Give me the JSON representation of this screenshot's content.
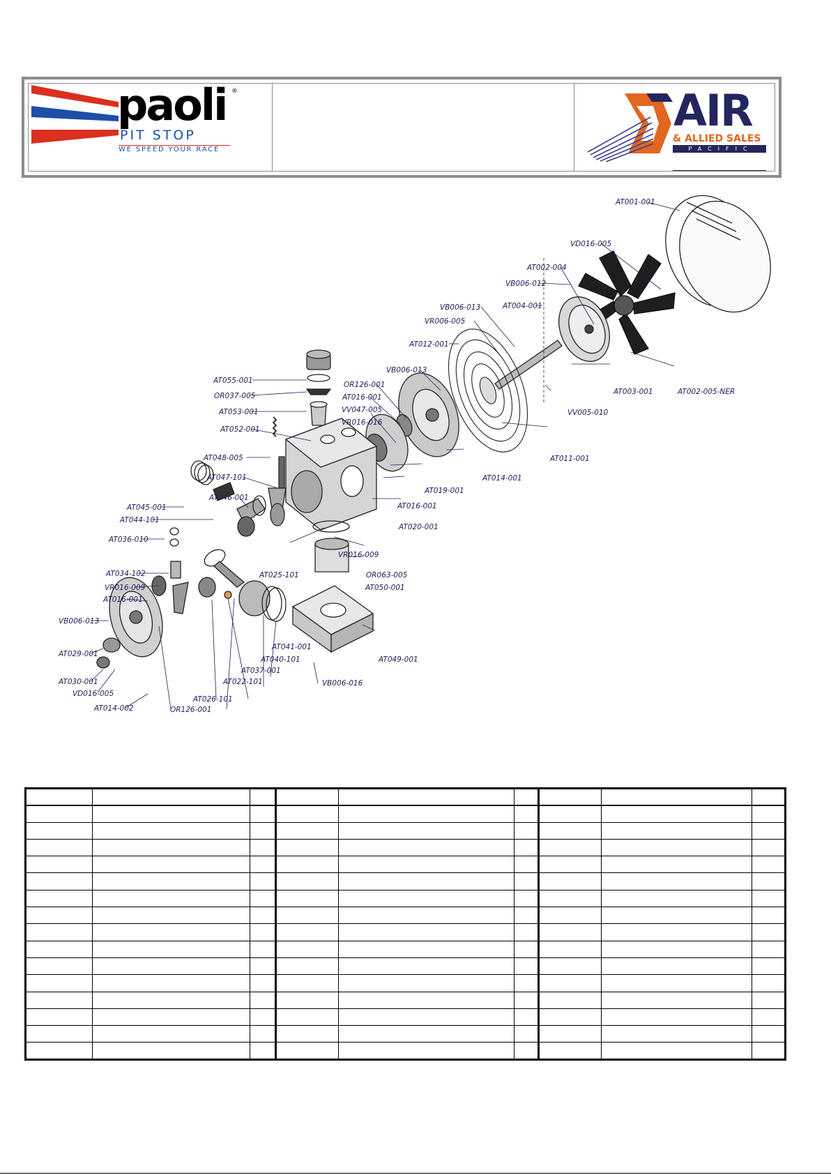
{
  "header": {
    "left_logo": {
      "word": "paoli",
      "registered": "®",
      "line1": "PIT STOP",
      "line2": "WE SPEED YOUR RACE"
    },
    "right_logo": {
      "word": "AIR",
      "line1": "& ALLIED SALES",
      "line2": "PACIFIC"
    }
  },
  "colors": {
    "paoli_red": "#d9301f",
    "paoli_blue": "#1d4fa8",
    "air_navy": "#23265e",
    "air_orange": "#e2661e",
    "label_ink": "#1b1b5a"
  },
  "parts": [
    {
      "code": "AT001-001"
    },
    {
      "code": "VD016-005"
    },
    {
      "code": "AT002-004"
    },
    {
      "code": "VB006-012"
    },
    {
      "code": "AT004-001"
    },
    {
      "code": "VB006-013"
    },
    {
      "code": "VR006-005"
    },
    {
      "code": "AT012-001"
    },
    {
      "code": "VB006-013"
    },
    {
      "code": "AT055-001"
    },
    {
      "code": "OR126-001"
    },
    {
      "code": "AT016-001"
    },
    {
      "code": "OR037-005"
    },
    {
      "code": "VV047-005"
    },
    {
      "code": "AT053-001"
    },
    {
      "code": "VR016-016"
    },
    {
      "code": "AT052-001"
    },
    {
      "code": "AT003-001"
    },
    {
      "code": "AT002-005-NER"
    },
    {
      "code": "VV005-010"
    },
    {
      "code": "AT048-005"
    },
    {
      "code": "AT011-001"
    },
    {
      "code": "AT014-001"
    },
    {
      "code": "AT047-101"
    },
    {
      "code": "AT019-001"
    },
    {
      "code": "AT046-001"
    },
    {
      "code": "AT045-001"
    },
    {
      "code": "AT016-001"
    },
    {
      "code": "AT044-101"
    },
    {
      "code": "AT020-001"
    },
    {
      "code": "AT036-010"
    },
    {
      "code": "VR016-009"
    },
    {
      "code": "AT034-102"
    },
    {
      "code": "OR063-005"
    },
    {
      "code": "AT025-101"
    },
    {
      "code": "VR016-009"
    },
    {
      "code": "AT050-001"
    },
    {
      "code": "AT016-001"
    },
    {
      "code": "VB006-013"
    },
    {
      "code": "AT041-001"
    },
    {
      "code": "AT029-001"
    },
    {
      "code": "AT040-101"
    },
    {
      "code": "AT049-001"
    },
    {
      "code": "AT037-001"
    },
    {
      "code": "AT030-001"
    },
    {
      "code": "AT022-101"
    },
    {
      "code": "VB006-016"
    },
    {
      "code": "VD016-005"
    },
    {
      "code": "AT026-101"
    },
    {
      "code": "AT014-002"
    },
    {
      "code": "OR126-001"
    }
  ]
}
